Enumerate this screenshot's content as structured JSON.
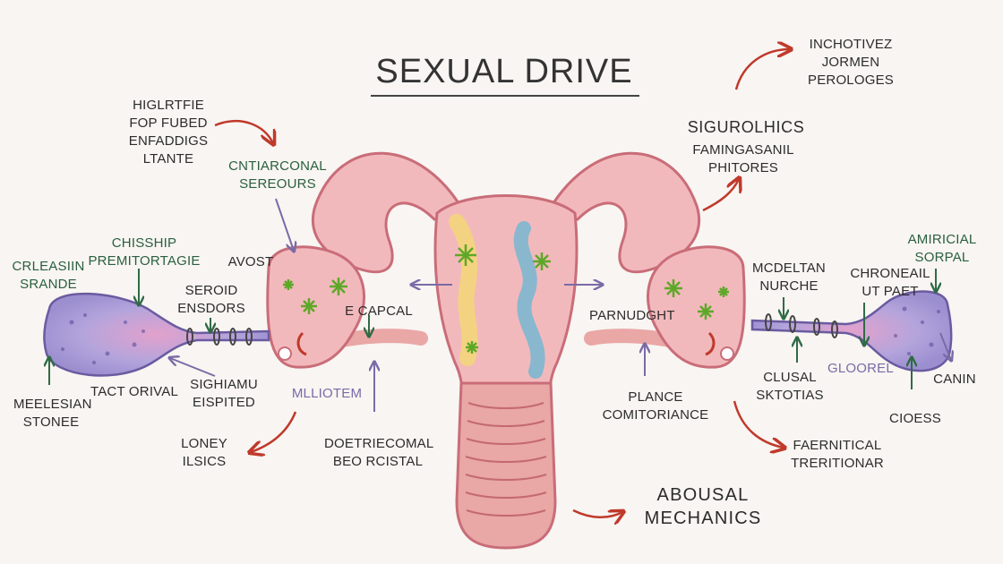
{
  "title": "SEXUAL DRIVE",
  "labels": {
    "top_left": [
      "HIGLRTFIE",
      "FOP FUBED",
      "ENFADDIGS",
      "LTANTE"
    ],
    "top_right": [
      "INCHOTIVEZ",
      "JORMEN",
      "PEROLOGES"
    ],
    "sigurolhics": "SIGUROLHICS",
    "famingasanil": [
      "FAMINGASANIL",
      "PHITORES"
    ],
    "cntiarconal": [
      "CNTIARCONAL",
      "SEREOURS"
    ],
    "chisship": [
      "CHISSHIP",
      "PREMITORTAGIE"
    ],
    "crleasiin": [
      "CRLEASIIN",
      "SRANDE"
    ],
    "avost": "AVOST",
    "seroid": [
      "SEROID",
      "ENSDORS"
    ],
    "e_capcal": "E CAPCAL",
    "meelesian": [
      "MEELESIAN",
      "STONEE"
    ],
    "tact_orival": "TACT ORIVAL",
    "sighiamu": [
      "SIGHIAMU",
      "EISPITED"
    ],
    "mlliotem": "MLLIOTEM",
    "loney": [
      "LONEY",
      "ILSICS"
    ],
    "doetriecomal": [
      "DOETRIECOMAL",
      "BEO RCISTAL"
    ],
    "parnudght": "PARNUDGHT",
    "plance": [
      "PLANCE",
      "COMITORIANCE"
    ],
    "mcdeltan": [
      "MCDELTAN",
      "NURCHE"
    ],
    "chroneail": [
      "CHRONEAIL",
      "UT PAET"
    ],
    "amiricial": [
      "AMIRICIAL",
      "SORPAL"
    ],
    "clusal": [
      "CLUSAL",
      "SKTOTIAS"
    ],
    "gloorel": "GLOOREL",
    "canin": "CANIN",
    "cioess": "CIOESS",
    "faernitical": [
      "FAERNITICAL",
      "TRERITIONAR"
    ],
    "abousal": [
      "ABOUSAL",
      "MECHANICS"
    ]
  },
  "colors": {
    "background": "#f8f5f2",
    "uterus_fill": "#f2b9bc",
    "uterus_stroke": "#c96d78",
    "ovary_fill": "#a99bd6",
    "arrow_red": "#c0392b",
    "arrow_lavender": "#7a6aa6",
    "pointer_green": "#2f6b45",
    "follicle_green": "#5ea828",
    "yellow_patch": "#f3d67a",
    "blue_patch": "#7db7cf"
  }
}
